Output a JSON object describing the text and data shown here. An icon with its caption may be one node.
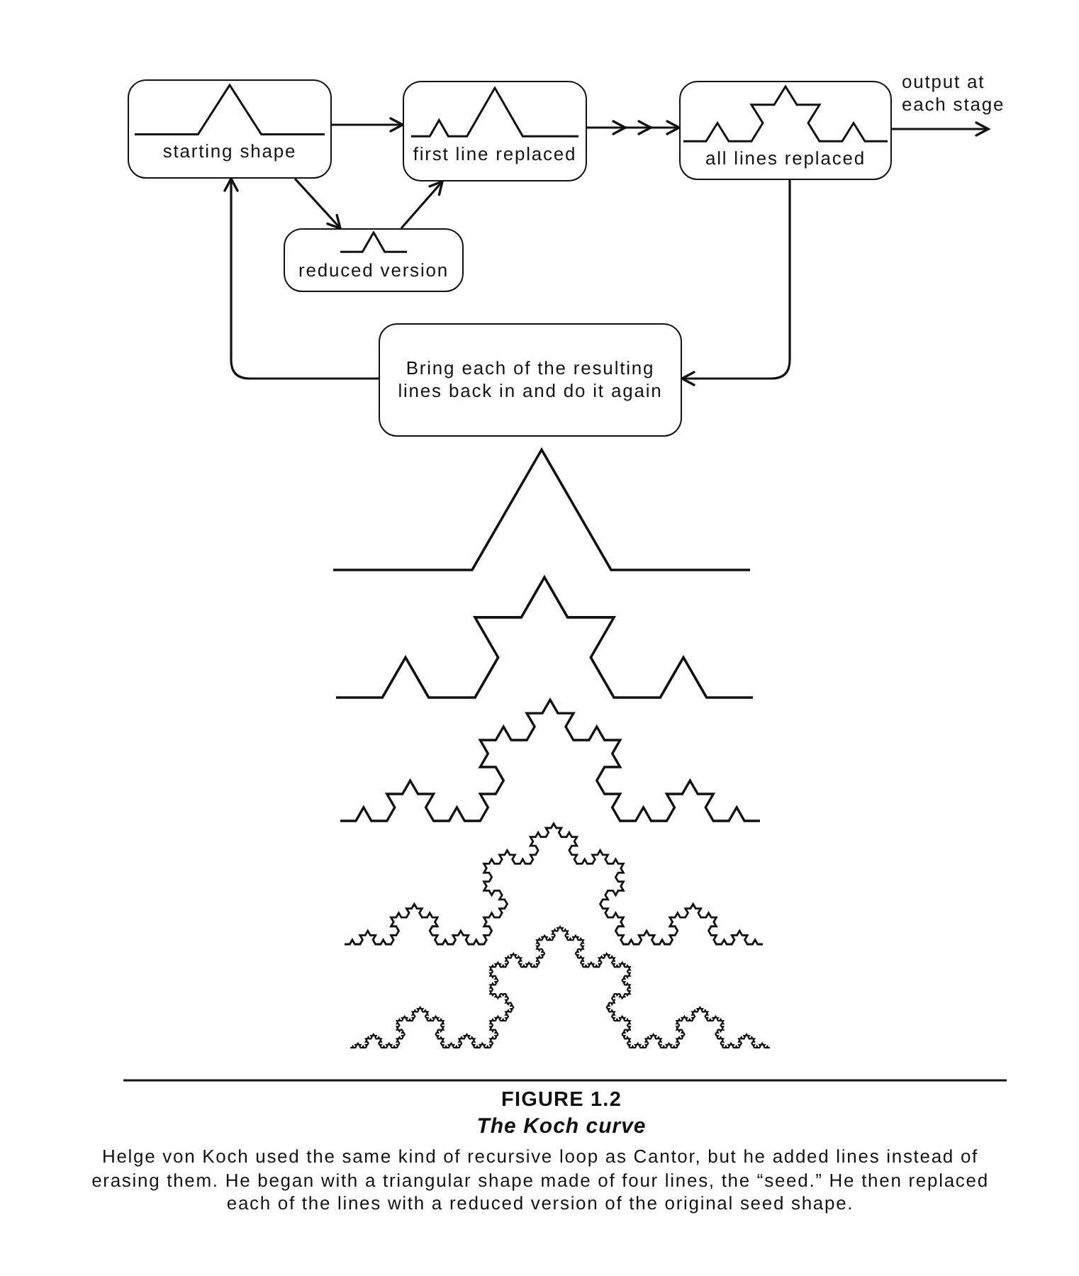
{
  "diagram": {
    "title": "FIGURE 1.2",
    "caption": "Helge von Koch used the same kind of recursive loop as Cantor, but he added lines instead of erasing them. He began with a triangular shape made of four lines, the “seed.” He then replaced each of the lines with a reduced version of the original seed shape.",
    "nodes": [
      {
        "text": [
          "starting shape"
        ]
      },
      {
        "text": [
          "first line replaced"
        ]
      },
      {
        "text": [
          "all lines replaced"
        ]
      },
      {
        "text": [
          "reduced version"
        ]
      },
      {
        "text": [
          "Bring each of the resulting lines back in and do it again"
        ]
      }
    ],
    "edges": [
      {
        "from": 0,
        "to": 1,
        "arrow": "to"
      },
      {
        "from": 1,
        "to": 2,
        "arrow": "to"
      },
      {
        "from": 0,
        "to": 3,
        "arrow": "to"
      },
      {
        "from": 3,
        "to": 1,
        "arrow": "to"
      },
      {
        "from": 2,
        "to": null,
        "arrow": "to",
        "label": "output at each stage"
      },
      {
        "from": 2,
        "to": 4,
        "arrow": "to"
      },
      {
        "from": 4,
        "to": 0,
        "arrow": "to"
      }
    ],
    "labels": [
      "The Koch curve"
    ]
  }
}
